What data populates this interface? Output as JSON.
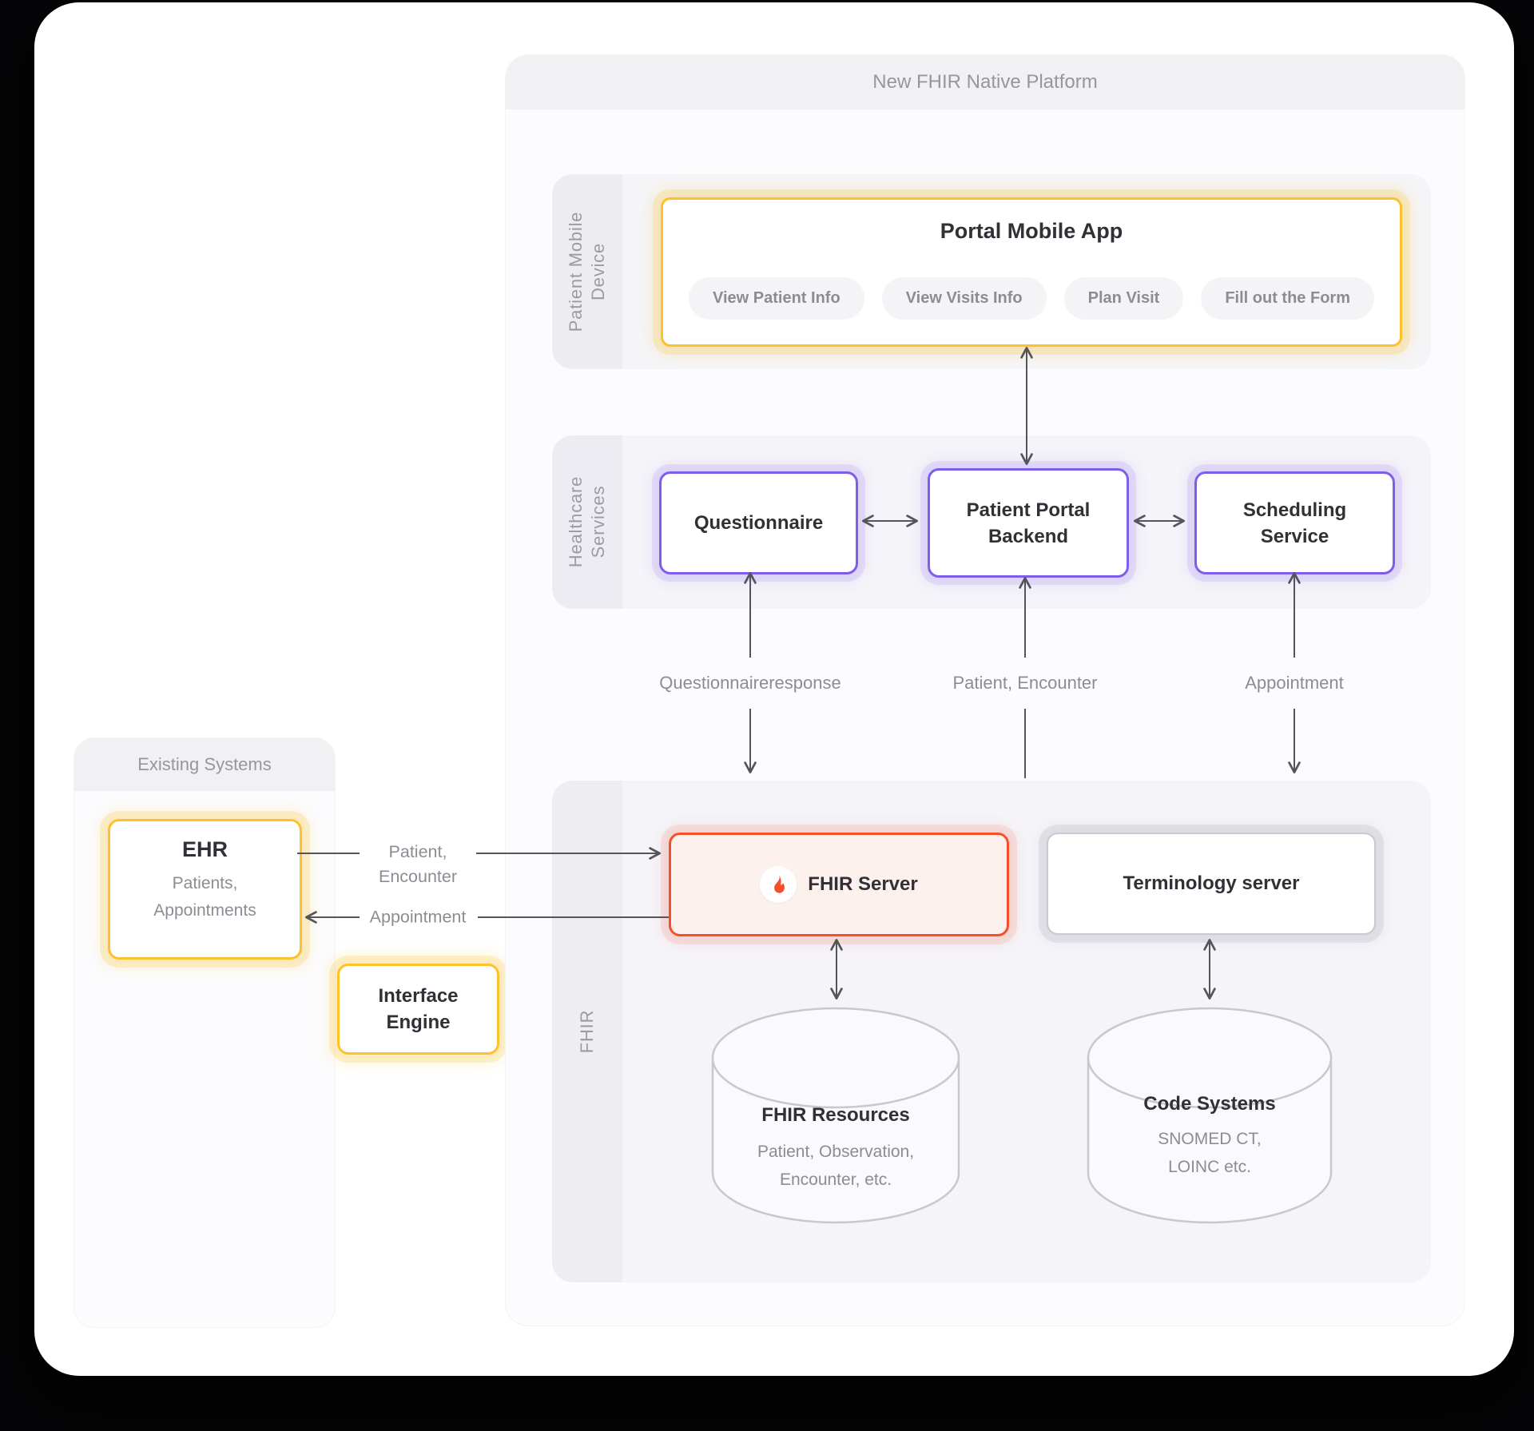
{
  "page": {
    "platform": {
      "title": "New FHIR Native Platform",
      "mobile": {
        "label": "Patient Mobile Device",
        "app_title": "Portal Mobile App",
        "pills": [
          "View Patient Info",
          "View Visits Info",
          "Plan Visit",
          "Fill out the Form"
        ]
      },
      "healthcare": {
        "label": "Healthcare Services",
        "questionnaire": "Questionnaire",
        "backend": "Patient Portal Backend",
        "scheduling": "Scheduling Service"
      },
      "flows": {
        "questionnaire_response": "Questionnaireresponse",
        "patient_encounter": "Patient, Encounter",
        "appointment": "Appointment"
      },
      "fhir": {
        "label": "FHIR",
        "server": "FHIR Server",
        "terminology": "Terminology server",
        "resources_title": "FHIR Resources",
        "resources_line1": "Patient, Observation,",
        "resources_line2": "Encounter, etc.",
        "codes_title": "Code Systems",
        "codes_line1": "SNOMED CT,",
        "codes_line2": "LOINC etc."
      }
    },
    "existing": {
      "title": "Existing Systems",
      "ehr_title": "EHR",
      "ehr_line1": "Patients,",
      "ehr_line2": "Appointments",
      "interface_line1": "Interface",
      "interface_line2": "Engine"
    },
    "connectors": {
      "out_line1": "Patient,",
      "out_line2": "Encounter",
      "in_label": "Appointment"
    },
    "colors": {
      "yellow_border": "#FCC12C",
      "purple_border": "#7E5CEC",
      "red_border": "#F4502E",
      "gray_border": "#C9C9CF",
      "arrow": "#54545A",
      "label_gray": "#8C8C94"
    }
  }
}
